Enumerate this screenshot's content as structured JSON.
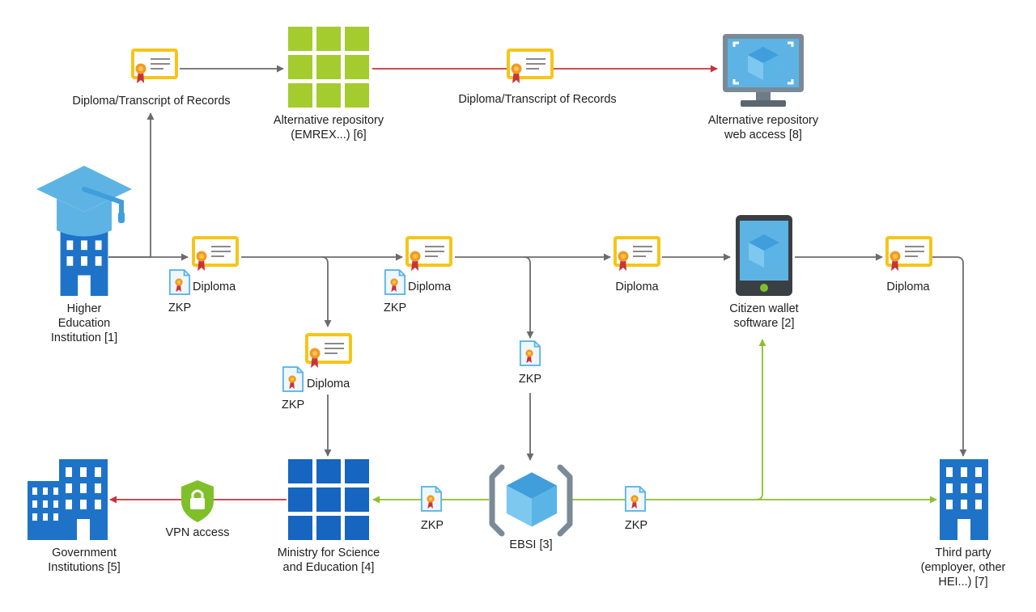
{
  "colors": {
    "gray_arrow": "#6b6b6b",
    "red_arrow": "#c9323c",
    "green_arrow": "#8cbf2a",
    "certificate_frame": "#f5c518",
    "blue_building": "#1e73c8",
    "light_blue": "#5db4e4",
    "lime_grid": "#a4cc2e",
    "navy_grid": "#1665c1",
    "shield_green": "#7fbf2a"
  },
  "nodes": {
    "hei": {
      "label_lines": [
        "Higher",
        "Education",
        "Institution [1]"
      ],
      "icon": "university-icon"
    },
    "alt_repo": {
      "label_lines": [
        "Alternative repository",
        "(EMREX...) [6]"
      ],
      "icon": "lime-grid-icon"
    },
    "alt_web": {
      "label_lines": [
        "Alternative repository",
        "web access [8]"
      ],
      "icon": "monitor-cube-icon"
    },
    "wallet": {
      "label_lines": [
        "Citizen wallet",
        "software [2]"
      ],
      "icon": "tablet-cube-icon"
    },
    "ministry": {
      "label_lines": [
        "Ministry for Science",
        "and Education [4]"
      ],
      "icon": "blue-grid-icon"
    },
    "gov": {
      "label_lines": [
        "Government",
        "Institutions [5]"
      ],
      "icon": "buildings-icon"
    },
    "ebsi": {
      "label_lines": [
        "EBSI [3]"
      ],
      "icon": "cube-brackets-icon"
    },
    "third": {
      "label_lines": [
        "Third party",
        "(employer, other",
        "HEI...) [7]"
      ],
      "icon": "building-icon"
    }
  },
  "labels": {
    "transcript_left": "Diploma/Transcript of Records",
    "transcript_right": "Diploma/Transcript of Records",
    "diploma": "Diploma",
    "zkp": "ZKP",
    "vpn": "VPN access"
  }
}
